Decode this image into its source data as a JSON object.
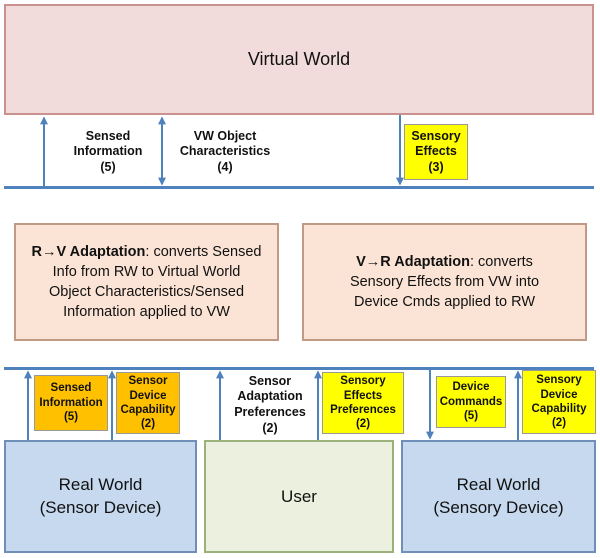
{
  "virtual_world": {
    "label": "Virtual World"
  },
  "top_labels": {
    "sensed_information": {
      "line1": "Sensed",
      "line2": "Information",
      "line3": "(5)"
    },
    "vw_object_characteristics": {
      "line1": "VW Object",
      "line2": "Characteristics",
      "line3": "(4)"
    },
    "sensory_effects": {
      "line1": "Sensory",
      "line2": "Effects",
      "line3": "(3)"
    }
  },
  "rv_adaptation": {
    "title": "R→V Adaptation",
    "text1": ": converts Sensed",
    "line2": "Info from RW to Virtual World",
    "line3": "Object Characteristics/Sensed",
    "line4": "Information applied to VW"
  },
  "vr_adaptation": {
    "title": "V→R Adaptation",
    "text1": ": converts",
    "line2": "Sensory Effects from VW into",
    "line3": "Device Cmds applied to RW"
  },
  "bottom_labels": {
    "sensed_information": {
      "line1": "Sensed",
      "line2": "Information",
      "line3": "(5)"
    },
    "sensor_device_capability": {
      "line1": "Sensor",
      "line2": "Device",
      "line3": "Capability",
      "line4": "(2)"
    },
    "sensor_adaptation_preferences": {
      "line1": "Sensor",
      "line2": "Adaptation",
      "line3": "Preferences",
      "line4": "(2)"
    },
    "sensory_effects_preferences": {
      "line1": "Sensory",
      "line2": "Effects",
      "line3": "Preferences",
      "line4": "(2)"
    },
    "device_commands": {
      "line1": "Device",
      "line2": "Commands",
      "line3": "(5)"
    },
    "sensory_device_capability": {
      "line1": "Sensory",
      "line2": "Device",
      "line3": "Capability",
      "line4": "(2)"
    }
  },
  "real_world_sensor": {
    "line1": "Real World",
    "line2": "(Sensor Device)"
  },
  "user": {
    "label": "User"
  },
  "real_world_sensory": {
    "line1": "Real World",
    "line2": "(Sensory Device)"
  },
  "colors": {
    "line": "#4f81bd",
    "yellow_tag": "#ffff00",
    "orange_tag": "#ffc000"
  }
}
